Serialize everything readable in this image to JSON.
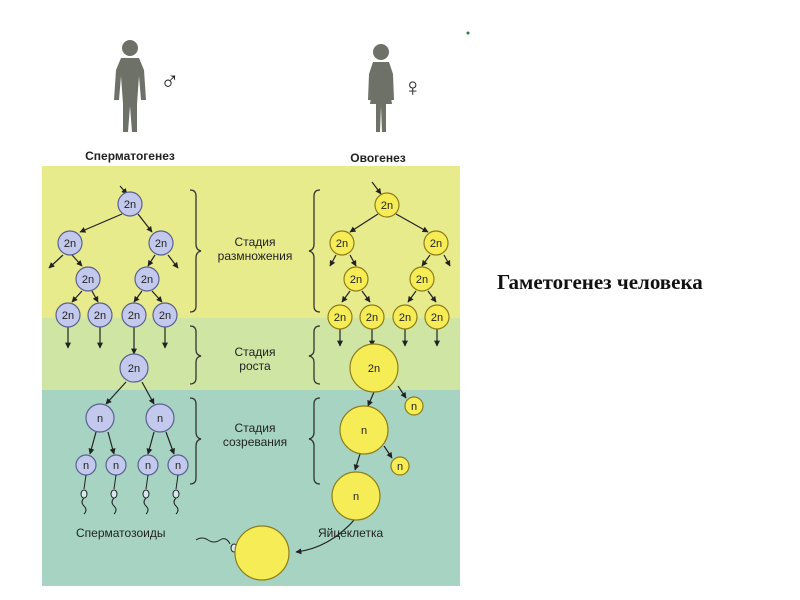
{
  "title": "Гаметогенез человека",
  "male": {
    "heading": "Сперматогенез",
    "symbol": "♂",
    "diploid_label": "2n",
    "haploid_label": "n",
    "sperm_label": "Сперматозоиды"
  },
  "female": {
    "heading": "Овогенез",
    "symbol": "♀",
    "diploid_label": "2n",
    "haploid_label": "n",
    "egg_label": "Яйцеклетка"
  },
  "stages": [
    {
      "line1": "Стадия",
      "line2": "размножения"
    },
    {
      "line1": "Стадия",
      "line2": "роста"
    },
    {
      "line1": "Стадия",
      "line2": "созревания"
    }
  ],
  "colors": {
    "zone_reproduction": "#e7eb8c",
    "zone_growth": "#cfe5a4",
    "zone_maturation": "#a7d4c2",
    "male_cell": "#c3c9ec",
    "male_cell_stroke": "#5a6090",
    "female_cell": "#f6ec55",
    "female_cell_stroke": "#8c7d1a",
    "silhouette": "#6e7168"
  }
}
